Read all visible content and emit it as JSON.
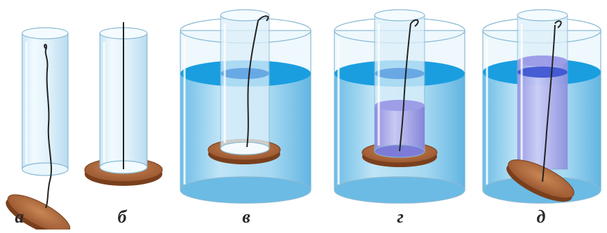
{
  "panels": [
    {
      "id": "a",
      "label": "а"
    },
    {
      "id": "b",
      "label": "б"
    },
    {
      "id": "v",
      "label": "в"
    },
    {
      "id": "g",
      "label": "г"
    },
    {
      "id": "d",
      "label": "д"
    }
  ],
  "colors": {
    "tube_glass": "#dbeffa",
    "tube_edge": "#8ab9d3",
    "outer_water": "#8fcdeb",
    "water_surface": "#1a9ee0",
    "inner_water": "#9f9fe6",
    "inner_surface": "#5a5ad8",
    "plate": "#b06a3e",
    "plate_edge": "#7a3f1c",
    "thread": "#222222"
  }
}
